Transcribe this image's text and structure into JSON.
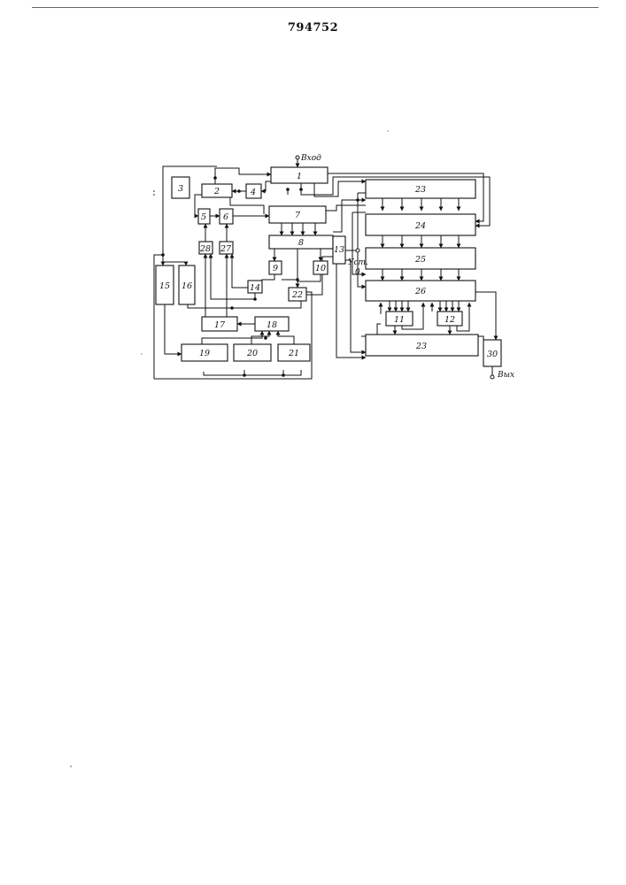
{
  "header": {
    "patent_number": "794752"
  },
  "blocks": {
    "b1": "1",
    "b2": "2",
    "b3": "3",
    "b4": "4",
    "b5": "5",
    "b6": "6",
    "b7": "7",
    "b8": "8",
    "b9": "9",
    "b10": "10",
    "b11": "11",
    "b12": "12",
    "b13": "13",
    "b14": "14",
    "b15": "15",
    "b16": "16",
    "b17": "17",
    "b18": "18",
    "b19": "19",
    "b20": "20",
    "b21": "21",
    "b22": "22",
    "b23": "23",
    "b24": "24",
    "b25": "25",
    "b26": "26",
    "b27": "27",
    "b28": "28",
    "b29": "23",
    "b30": "30"
  },
  "terminals": {
    "input": "Вход",
    "output": "Вых",
    "set_zero_a": "Уст.",
    "set_zero_b": "0"
  }
}
